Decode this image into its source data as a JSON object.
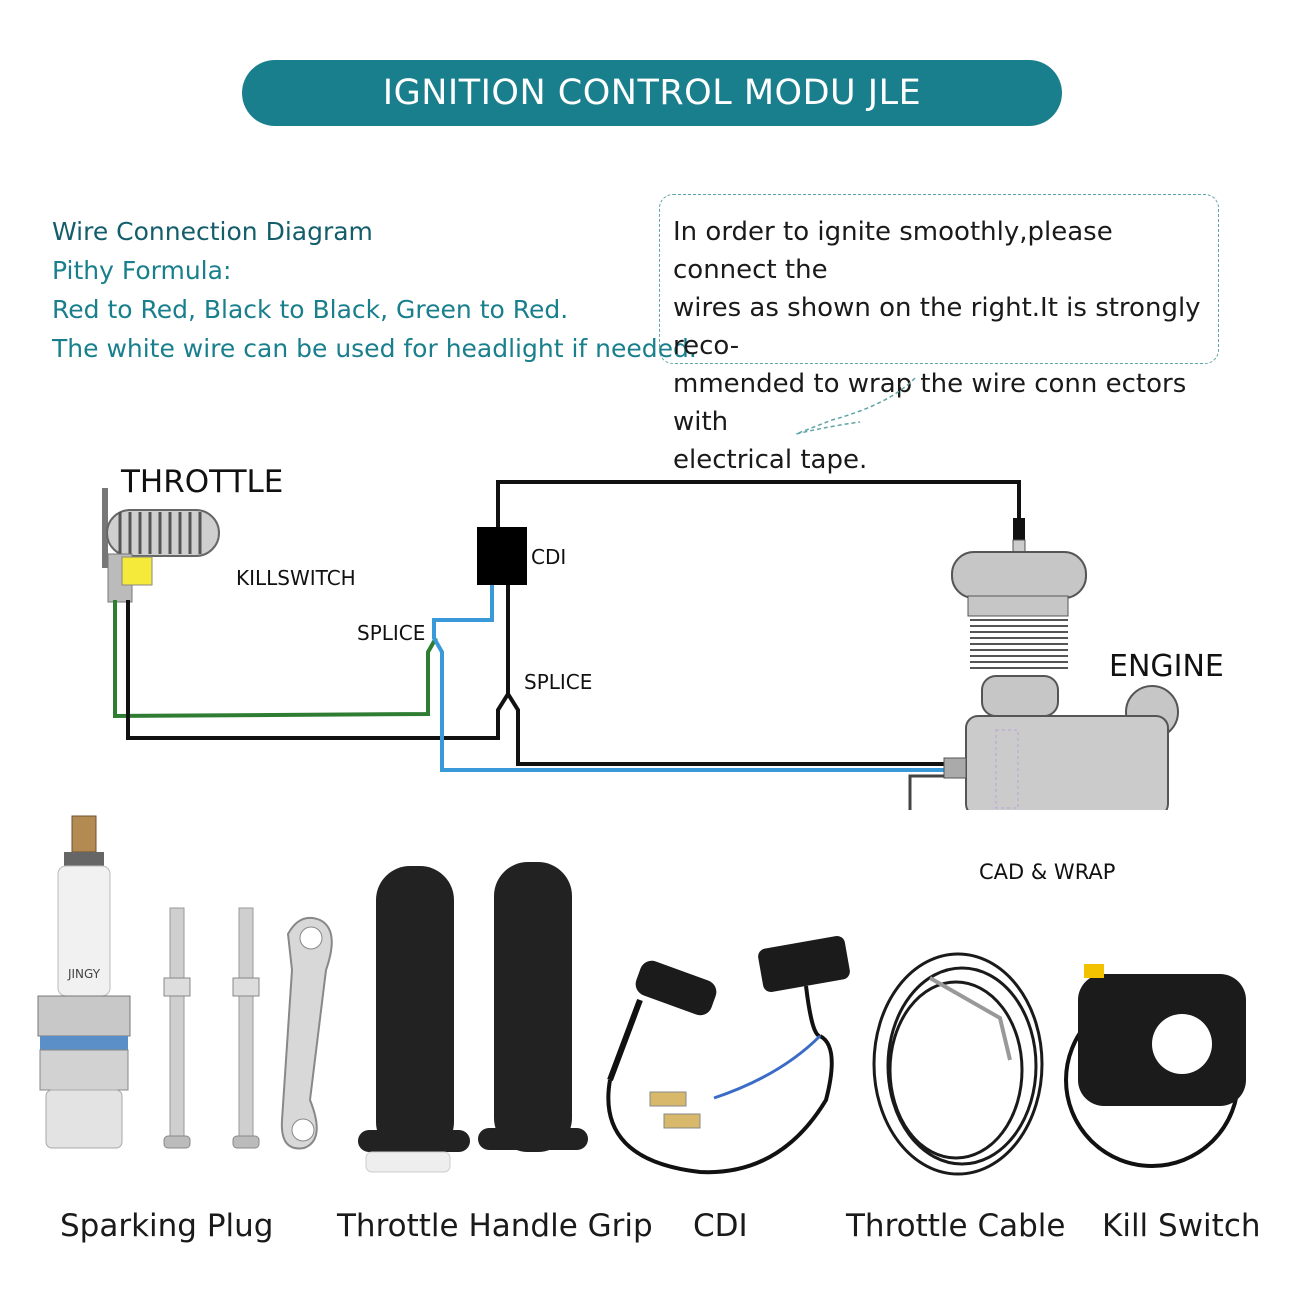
{
  "banner": {
    "title": "IGNITION CONTROL MODU JLE",
    "color": "#1a7f8d"
  },
  "intro": {
    "heading": "Wire Connection Diagram",
    "formula_label": "Pithy Formula:",
    "formula_line": "Red to Red, Black to Black, Green to Red.",
    "white_wire_line": "The white wire can be used for headlight if needed."
  },
  "note": {
    "lines": [
      "In order to ignite smoothly,please connect the",
      "wires as shown on the right.It is strongly reco-",
      "mmended to wrap the wire conn ectors with",
      "electrical tape."
    ]
  },
  "diagram": {
    "labels": {
      "throttle": "THROTTLE",
      "killswitch": "KILLSWITCH",
      "cdi": "CDI",
      "splice_left": "SPLICE",
      "splice_right": "SPLICE",
      "engine": "ENGINE",
      "cad_wrap": "CAD & WRAP"
    },
    "wire_colors": {
      "black": "#111111",
      "blue": "#3a9ad9",
      "green": "#2e7d32"
    }
  },
  "products": [
    {
      "name": "Sparking Plug",
      "icon": "spark-plug-icon"
    },
    {
      "name": "Throttle Handle Grip",
      "icon": "handle-grip-icon"
    },
    {
      "name": "CDI",
      "icon": "cdi-unit-icon"
    },
    {
      "name": "Throttle Cable",
      "icon": "throttle-cable-icon"
    },
    {
      "name": "Kill Switch",
      "icon": "kill-switch-icon"
    }
  ],
  "plug_brand": "JINGY"
}
